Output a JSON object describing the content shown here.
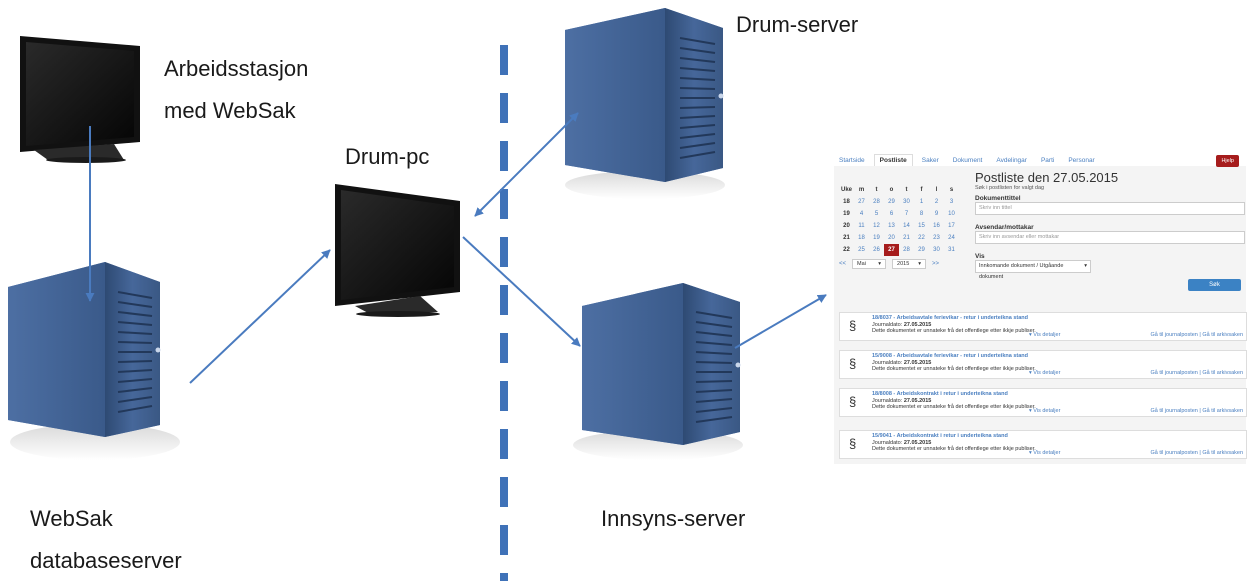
{
  "labels": {
    "workstation_line1": "Arbeidsstasjon",
    "workstation_line2": "med WebSak",
    "drum_pc": "Drum-pc",
    "drum_server": "Drum-server",
    "websak_db_line1": "WebSak",
    "websak_db_line2": "databaseserver",
    "innsyns_server": "Innsyns-server"
  },
  "colors": {
    "arrow": "#4a7bbf",
    "divider": "#3f72b8",
    "server_body": "#3f5f8f",
    "monitor_frame": "#1a1a1a",
    "accent_red": "#a61c1c",
    "button_blue": "#3b82c4"
  },
  "screenshot": {
    "tabs": [
      "Startside",
      "Postliste",
      "Saker",
      "Dokument",
      "Avdelingar",
      "Parti",
      "Personar"
    ],
    "active_tab": "Postliste",
    "title": "Postliste den 27.05.2015",
    "subtitle": "Søk i postlisten for valgt dag",
    "help_label": "Hjelp",
    "doc_title_label": "Dokumenttittel",
    "doc_title_placeholder": "Skriv inn tittel",
    "sender_label": "Avsendar/mottakar",
    "sender_placeholder": "Skriv inn avsendar eller mottakar",
    "show_label": "Vis",
    "show_value": "Innkomande dokument / Utgåande dokument",
    "search_button": "Søk",
    "calendar": {
      "headers": [
        "Uke",
        "m",
        "t",
        "o",
        "t",
        "f",
        "l",
        "s"
      ],
      "weeks": [
        {
          "week": "18",
          "days": [
            "27",
            "28",
            "29",
            "30",
            "1",
            "2",
            "3"
          ]
        },
        {
          "week": "19",
          "days": [
            "4",
            "5",
            "6",
            "7",
            "8",
            "9",
            "10"
          ]
        },
        {
          "week": "20",
          "days": [
            "11",
            "12",
            "13",
            "14",
            "15",
            "16",
            "17"
          ]
        },
        {
          "week": "21",
          "days": [
            "18",
            "19",
            "20",
            "21",
            "22",
            "23",
            "24"
          ]
        },
        {
          "week": "22",
          "days": [
            "25",
            "26",
            "27",
            "28",
            "29",
            "30",
            "31"
          ]
        }
      ],
      "selected_day": "27",
      "prev": "<<",
      "next": ">>",
      "month": "Mai",
      "year": "2015"
    },
    "records": [
      {
        "title": "18/8037 - Arbeidsavtale ferievikar - retur i underteikna stand",
        "date_label": "Journaldato:",
        "date": "27.05.2015",
        "note": "Dette dokumentet er unnateke frå det offentlege etter ikkje publiser.",
        "details": "Vis detaljer",
        "links": "Gå til journalposten | Gå til arkivsaken"
      },
      {
        "title": "15/9008 - Arbeidsavtale ferievikar - retur i underteikna stand",
        "date_label": "Journaldato:",
        "date": "27.05.2015",
        "note": "Dette dokumentet er unnateke frå det offentlege etter ikkje publiser.",
        "details": "Vis detaljer",
        "links": "Gå til journalposten | Gå til arkivsaken"
      },
      {
        "title": "18/8008 - Arbeidskontrakt i retur i underteikna stand",
        "date_label": "Journaldato:",
        "date": "27.05.2015",
        "note": "Dette dokumentet er unnateke frå det offentlege etter ikkje publiser.",
        "details": "Vis detaljer",
        "links": "Gå til journalposten | Gå til arkivsaken"
      },
      {
        "title": "15/9041 - Arbeidskontrakt i retur i underteikna stand",
        "date_label": "Journaldato:",
        "date": "27.05.2015",
        "note": "Dette dokumentet er unnateke frå det offentlege etter ikkje publiser.",
        "details": "Vis detaljer",
        "links": "Gå til journalposten | Gå til arkivsaken"
      }
    ]
  }
}
